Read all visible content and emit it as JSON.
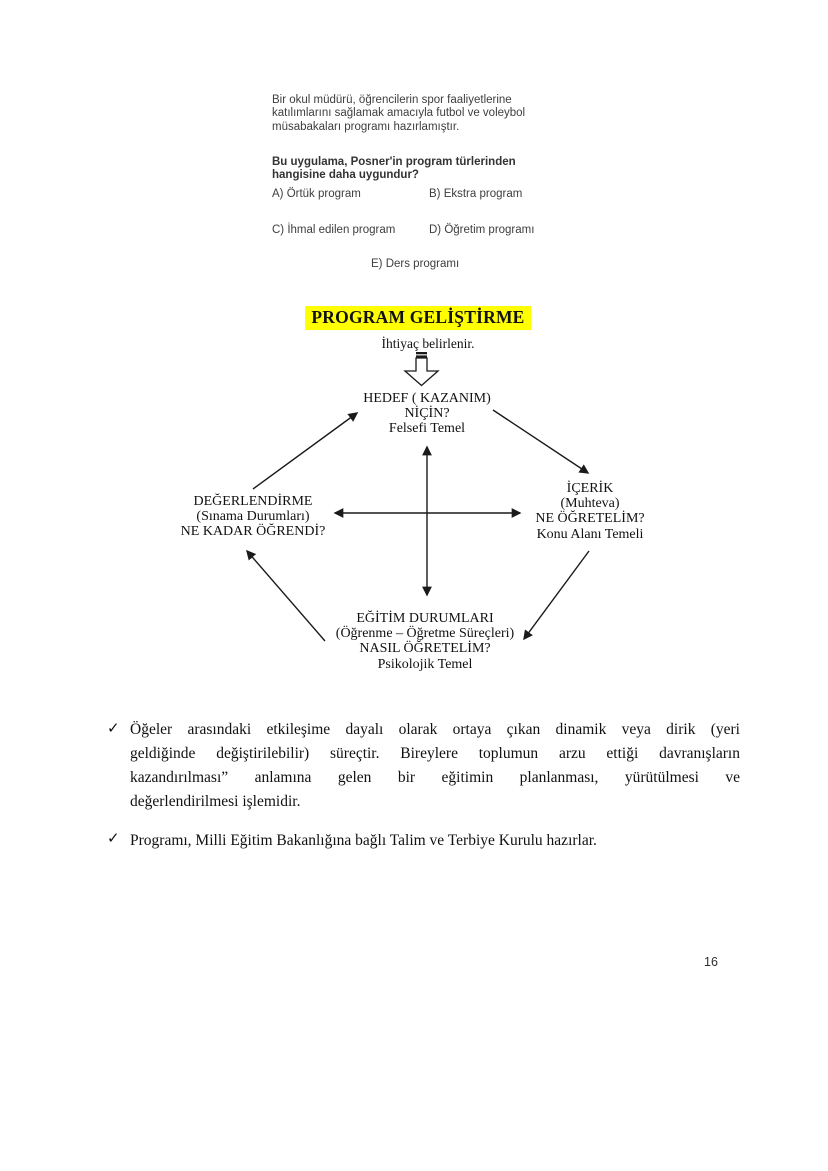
{
  "question": {
    "paragraph": "Bir okul müdürü, öğrencilerin spor faaliyetlerine katılımlarını sağlamak amacıyla futbol ve voleybol müsabakaları programı hazırlamıştır.",
    "prompt": "Bu uygulama, Posner'in program türlerinden hangisine daha uygundur?",
    "options": {
      "a": "A) Örtük program",
      "b": "B) Ekstra program",
      "c": "C) İhmal edilen program",
      "d": "D) Öğretim programı",
      "e": "E) Ders programı"
    }
  },
  "section": {
    "title": "PROGRAM GELİŞTİRME",
    "highlight_color": "#ffff00",
    "subtitle": "İhtiyaç belirlenir."
  },
  "diagram": {
    "top": {
      "line1": "HEDEF ( KAZANIM)",
      "line2": "NİÇİN?",
      "line3": "Felsefi Temel"
    },
    "left": {
      "line1": "DEĞERLENDİRME",
      "line2": "(Sınama Durumları)",
      "line3": "NE KADAR ÖĞRENDİ?"
    },
    "right": {
      "line1": "İÇERİK",
      "line2": "(Muhteva)",
      "line3": "NE ÖĞRETELİM?",
      "line4": "Konu Alanı Temeli"
    },
    "bottom": {
      "line1": "EĞİTİM DURUMLARI",
      "line2": "(Öğrenme – Öğretme Süreçleri)",
      "line3": "NASIL ÖĞRETELİM?",
      "line4": "Psikolojik Temel"
    }
  },
  "notes": {
    "check": "✓",
    "bullet1": {
      "line1": "Öğeler arasındaki etkileşime dayalı olarak ortaya çıkan dinamik veya dirik (yeri",
      "line2": "geldiğinde değiştirilebilir) süreçtir. Bireylere toplumun arzu ettiği davranışların",
      "line3": "kazandırılması” anlamına gelen bir eğitimin planlanması, yürütülmesi ve",
      "line4": "değerlendirilmesi işlemidir."
    },
    "bullet2": "Programı, Milli Eğitim Bakanlığına bağlı Talim ve Terbiye Kurulu hazırlar."
  },
  "page_number": "16"
}
